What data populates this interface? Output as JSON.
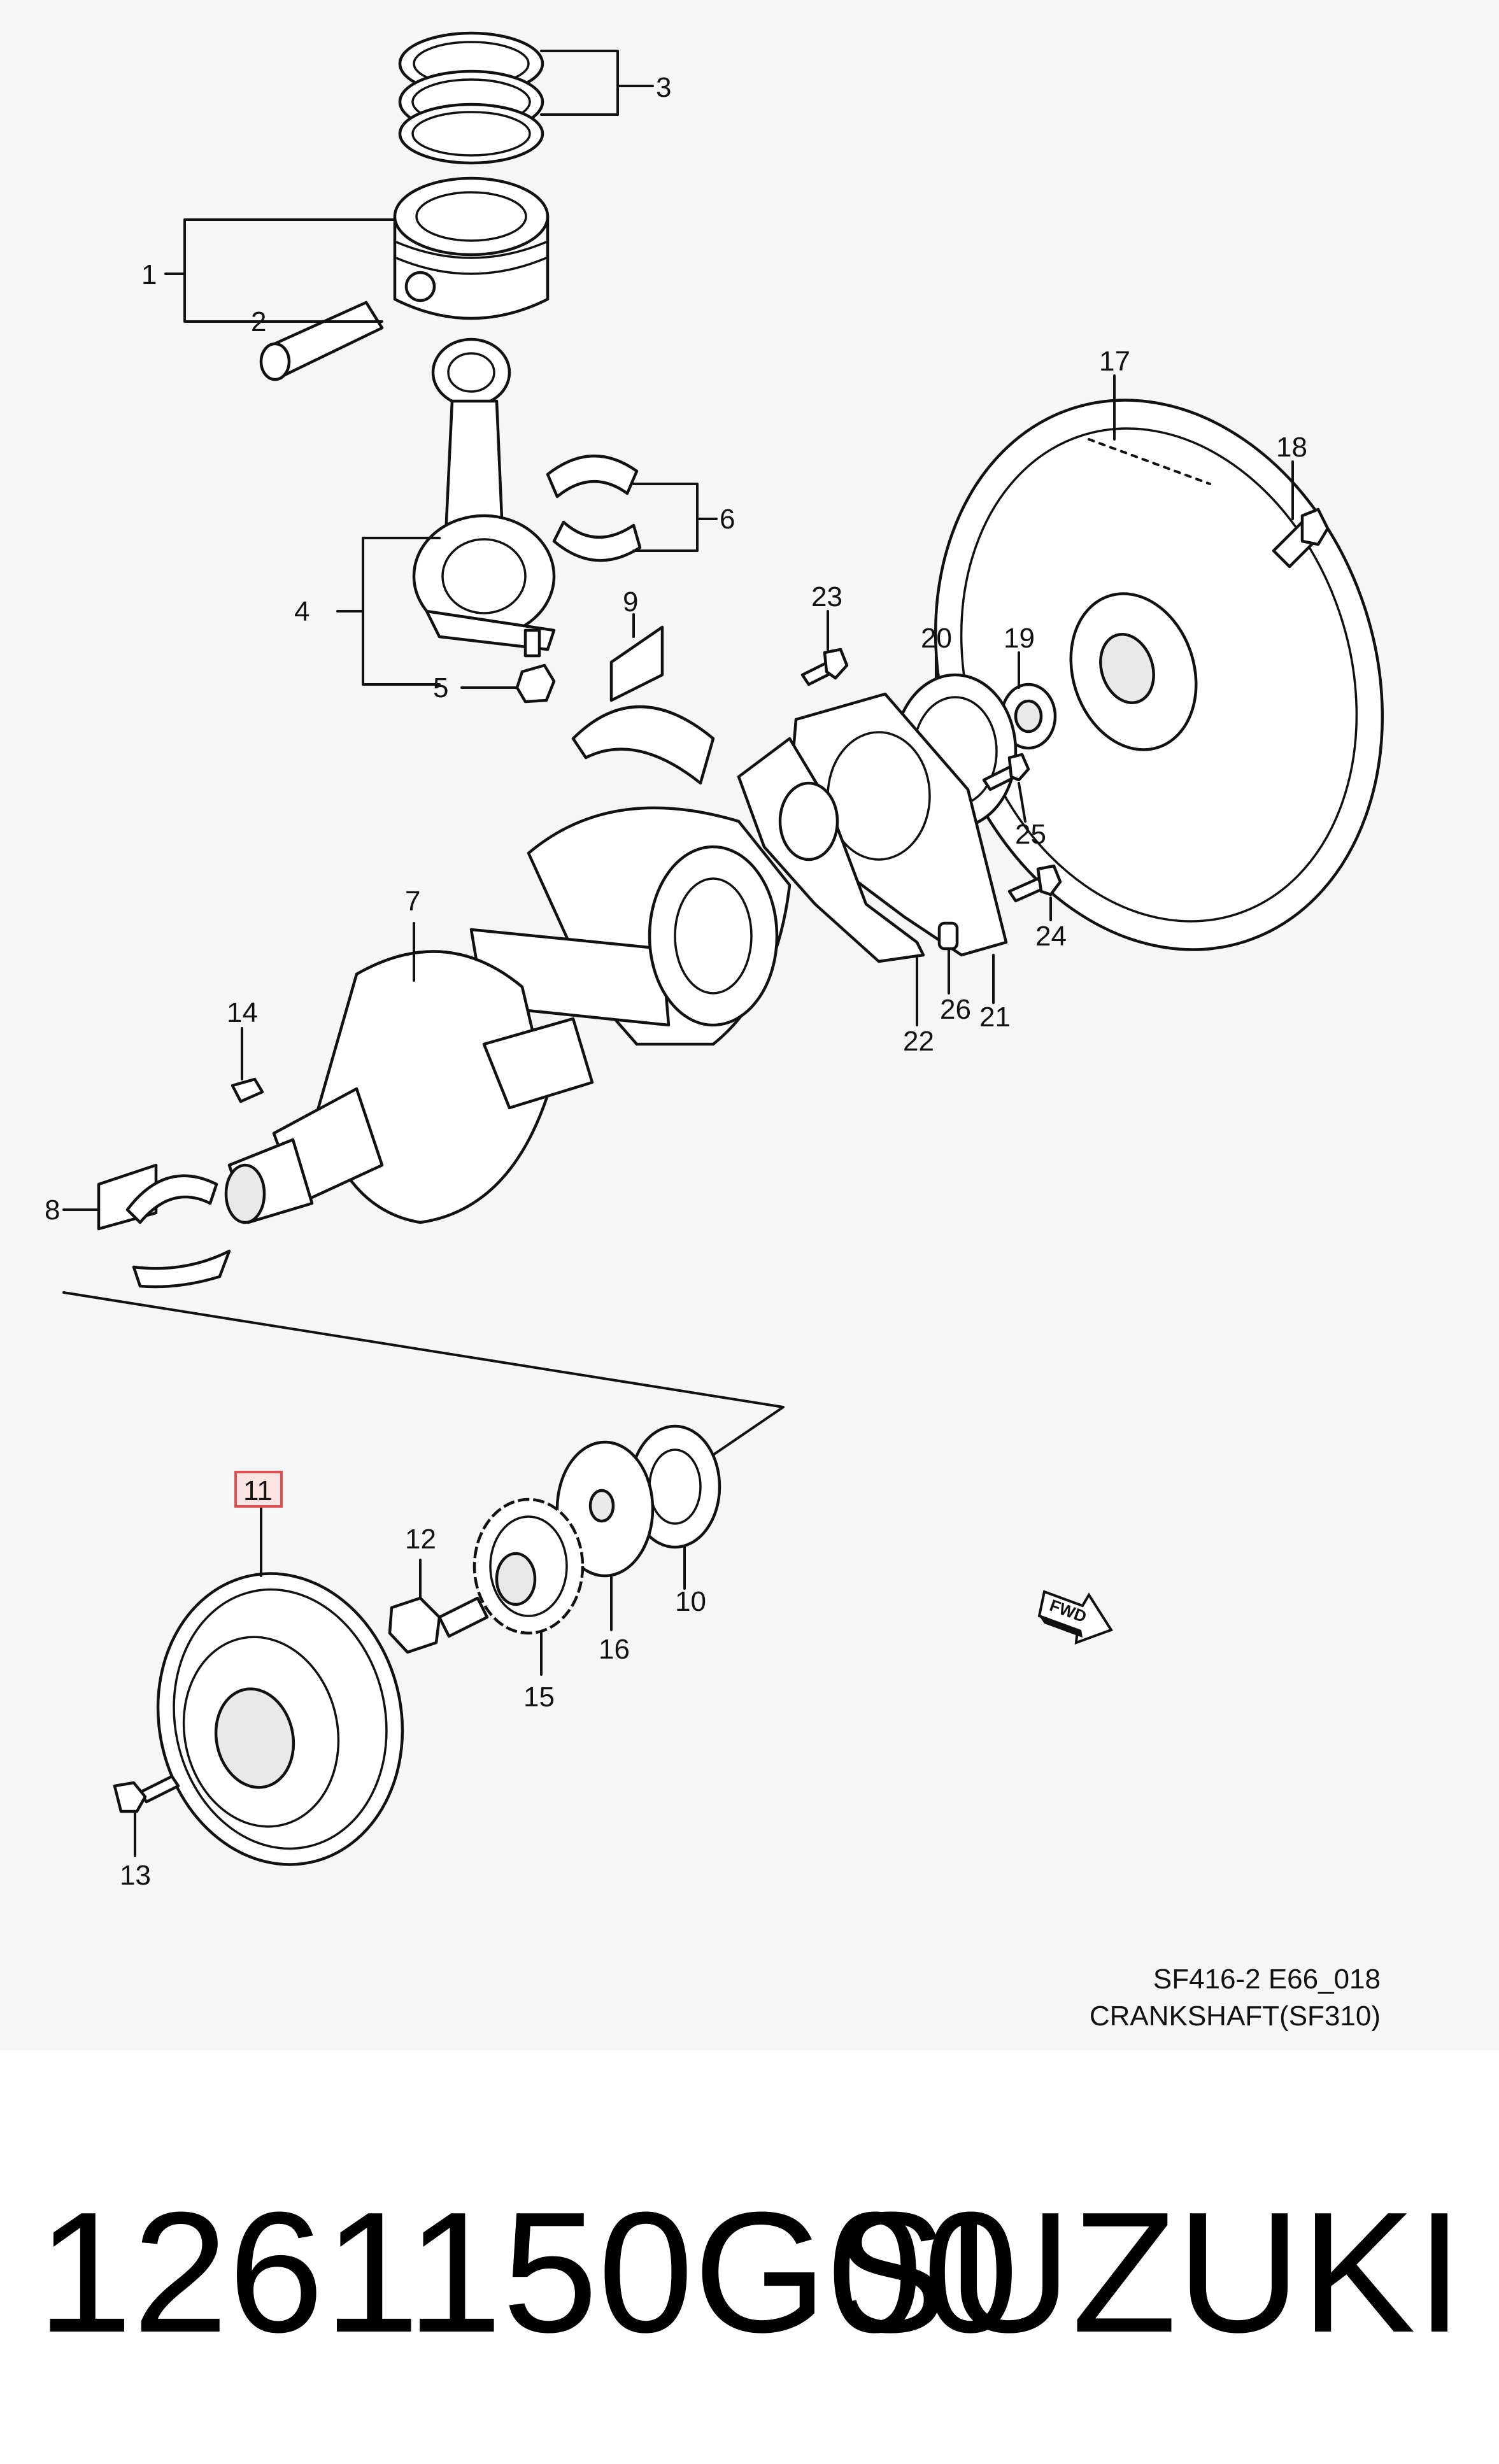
{
  "callouts": [
    {
      "id": "c1",
      "label": "1"
    },
    {
      "id": "c2",
      "label": "2"
    },
    {
      "id": "c3",
      "label": "3"
    },
    {
      "id": "c4",
      "label": "4"
    },
    {
      "id": "c5",
      "label": "5"
    },
    {
      "id": "c6",
      "label": "6"
    },
    {
      "id": "c7",
      "label": "7"
    },
    {
      "id": "c8",
      "label": "8"
    },
    {
      "id": "c9",
      "label": "9"
    },
    {
      "id": "c10",
      "label": "10"
    },
    {
      "id": "c11",
      "label": "11",
      "highlighted": true
    },
    {
      "id": "c12",
      "label": "12"
    },
    {
      "id": "c13",
      "label": "13"
    },
    {
      "id": "c14",
      "label": "14"
    },
    {
      "id": "c15",
      "label": "15"
    },
    {
      "id": "c16",
      "label": "16"
    },
    {
      "id": "c17",
      "label": "17"
    },
    {
      "id": "c18",
      "label": "18"
    },
    {
      "id": "c19",
      "label": "19"
    },
    {
      "id": "c20",
      "label": "20"
    },
    {
      "id": "c21",
      "label": "21"
    },
    {
      "id": "c22",
      "label": "22"
    },
    {
      "id": "c23",
      "label": "23"
    },
    {
      "id": "c24",
      "label": "24"
    },
    {
      "id": "c25",
      "label": "25"
    },
    {
      "id": "c26",
      "label": "26"
    }
  ],
  "fwd_marker": "FWD",
  "diagram_code": "SF416-2 E66_018",
  "diagram_title": "CRANKSHAFT(SF310)",
  "part_number": "1261150G00",
  "brand": "SUZUKI",
  "colors": {
    "highlight_box": "#e05050",
    "highlight_fill": "#fbe3e3",
    "diagram_bg": "#f6f6f6"
  }
}
